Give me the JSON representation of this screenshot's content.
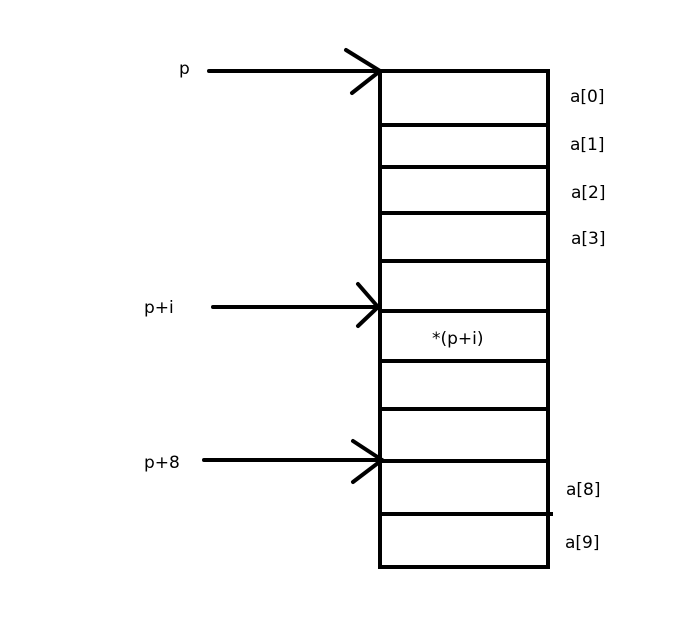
{
  "pointers": [
    {
      "label": "p"
    },
    {
      "label": "p+i"
    },
    {
      "label": "p+8"
    }
  ],
  "array_labels": [
    "a[0]",
    "a[1]",
    "a[2]",
    "a[3]",
    "a[8]",
    "a[9]"
  ],
  "cell_text": "*(p+i)"
}
